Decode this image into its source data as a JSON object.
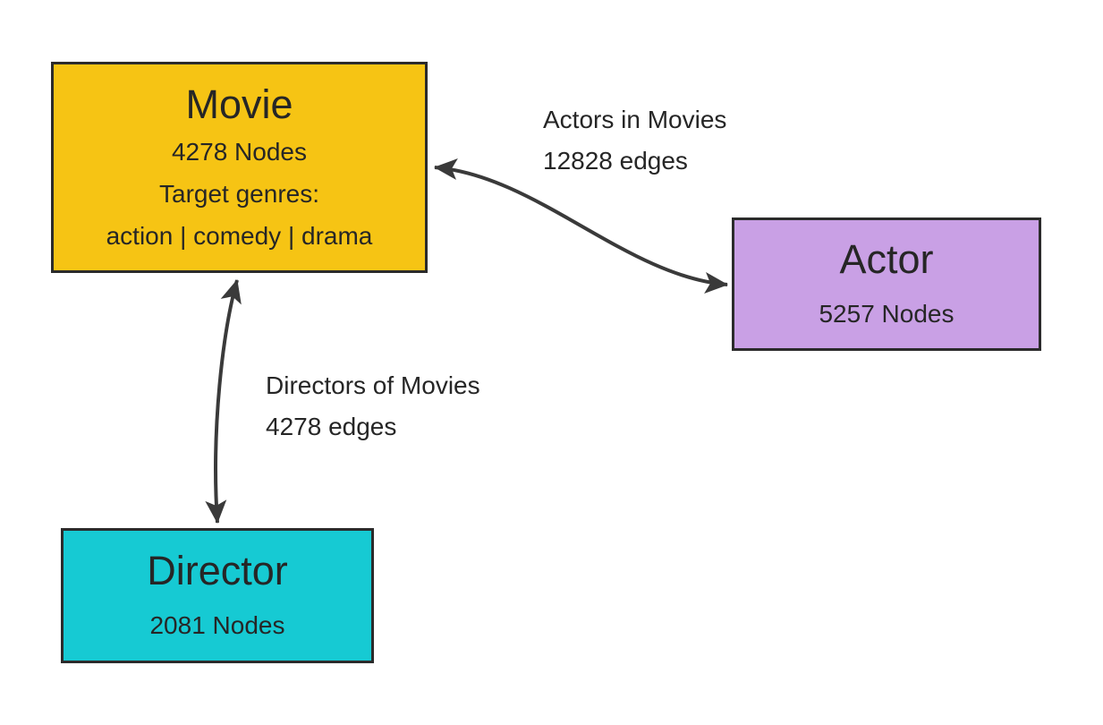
{
  "diagram": {
    "colors": {
      "bg": "#ffffff",
      "stroke": "#2b2b2b",
      "text": "#262626",
      "arrow": "#3a3a3a",
      "movie_fill": "#f6c414",
      "actor_fill": "#c9a0e5",
      "director_fill": "#16cad3"
    },
    "nodes": [
      {
        "id": "movie",
        "title": "Movie",
        "lines": [
          "4278 Nodes",
          "Target genres:",
          "action | comedy | drama"
        ]
      },
      {
        "id": "actor",
        "title": "Actor",
        "lines": [
          "5257 Nodes"
        ]
      },
      {
        "id": "director",
        "title": "Director",
        "lines": [
          "2081 Nodes"
        ]
      }
    ],
    "edges": [
      {
        "id": "movie-actor",
        "label": "Actors in Movies",
        "count": "12828 edges"
      },
      {
        "id": "movie-director",
        "label": "Directors of Movies",
        "count": "4278 edges"
      }
    ]
  }
}
